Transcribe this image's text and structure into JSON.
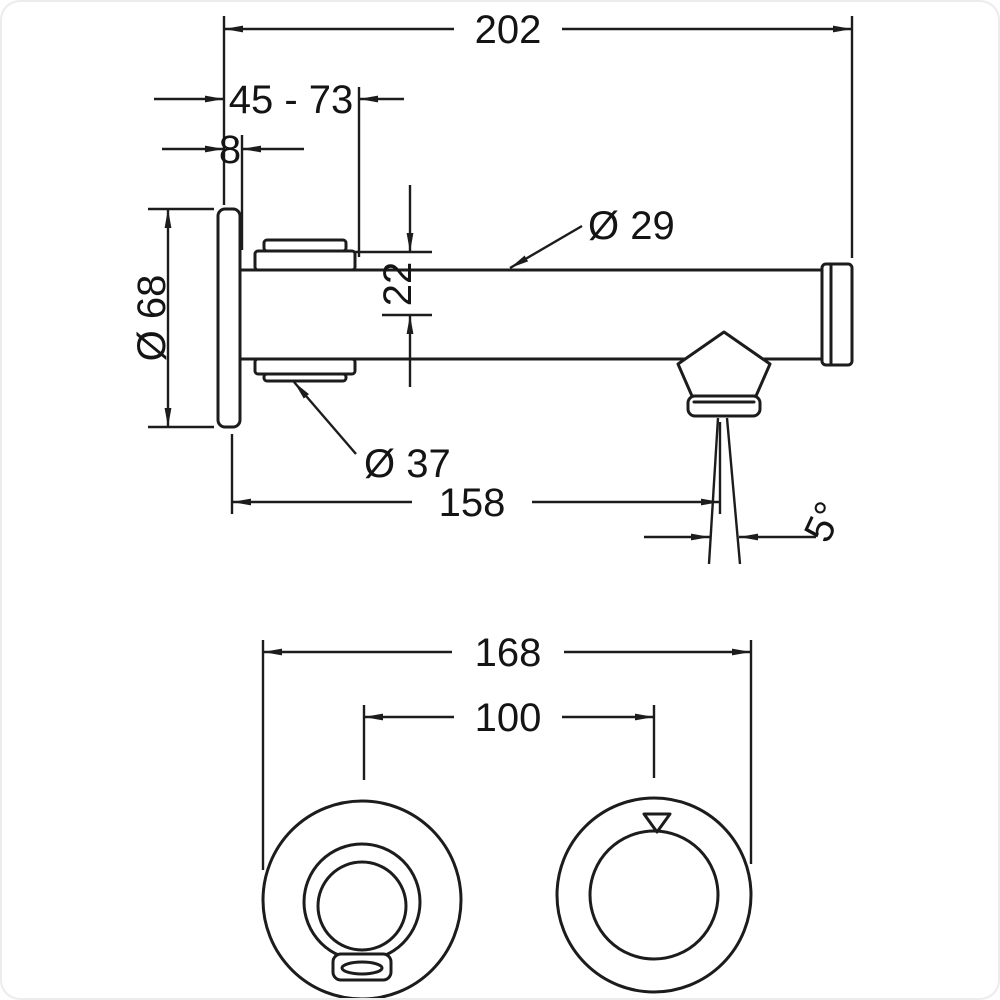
{
  "side_view": {
    "overall_length": "202",
    "installation_depth": "45 - 73",
    "wall_offset": "8",
    "spout_diameter": "Ø 29",
    "axis_offset": "22",
    "escutcheon_diameter": "Ø 68",
    "spout_collar_diameter": "Ø 37",
    "spout_reach": "158",
    "spray_angle": "5°"
  },
  "front_view": {
    "overall_width": "168",
    "centers_distance": "100"
  }
}
